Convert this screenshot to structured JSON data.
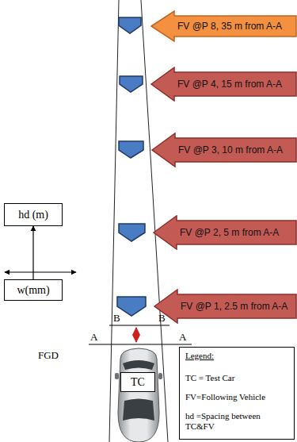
{
  "diagram": {
    "nodes": [
      {
        "text": [
          "FV @P 8, 35 m from A-A"
        ]
      },
      {
        "text": [
          "FV @P 4, 15 m from A-A"
        ]
      },
      {
        "text": [
          "FV @P 3, 10 m from A-A"
        ]
      },
      {
        "text": [
          "FV @P 2, 5 m from A-A"
        ]
      },
      {
        "text": [
          "FV @P 1, 2.5 m from A-A"
        ]
      },
      {
        "text": [
          "hd (m)"
        ]
      },
      {
        "text": [
          "w(mm)"
        ]
      },
      {
        "text": [
          "TC"
        ]
      }
    ],
    "edges": [
      {
        "from": 6,
        "to": 5,
        "arrow": "to"
      }
    ],
    "labels": [
      "B",
      "B",
      "FGD",
      "A",
      "A",
      "Legend:"
    ],
    "legend": [
      {
        "text": "TC = Test Car"
      },
      {
        "text": "FV=Following Vehicle"
      },
      {
        "text": "hd =Spacing between TC&FV"
      }
    ]
  }
}
